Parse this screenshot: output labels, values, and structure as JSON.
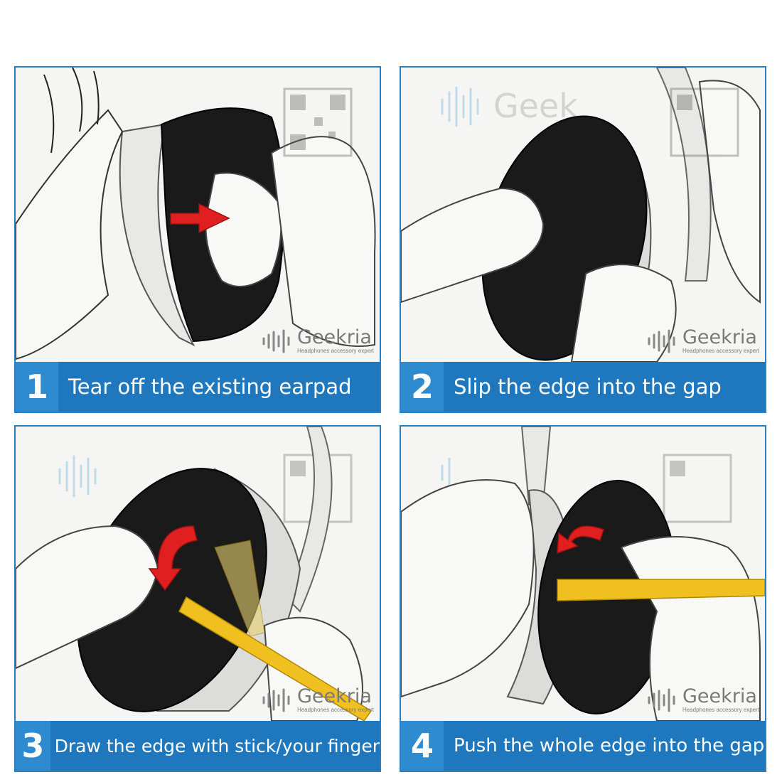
{
  "steps": [
    {
      "number": "1",
      "text": "Tear off the existing earpad"
    },
    {
      "number": "2",
      "text": "Slip the edge into the gap"
    },
    {
      "number": "3",
      "text": "Draw the edge with stick/your finger"
    },
    {
      "number": "4",
      "text": "Push  the whole edge into the gap"
    }
  ],
  "brand": {
    "name": "Geekria",
    "tagline": "Headphones accessory expert"
  },
  "colors": {
    "bar": "#1f78bd",
    "number_box": "#2e8bd0",
    "border": "#2a7fc0",
    "arrow": "#e02020",
    "stick": "#f0c020",
    "earpad": "#1a1a1a"
  }
}
